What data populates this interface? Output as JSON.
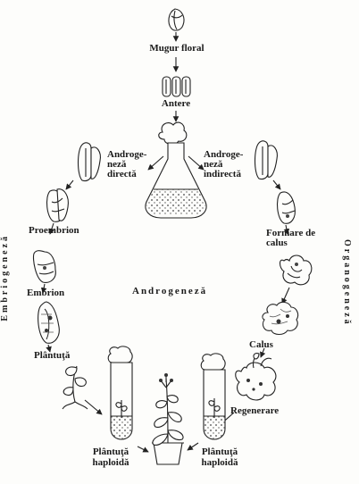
{
  "diagram": {
    "center_title": "Androgeneză",
    "side_left": "Embriogeneză",
    "side_right": "Organogeneză",
    "labels": {
      "mugur": "Mugur floral",
      "antere": "Antere",
      "andro_directa": "Androge-\nneză\ndirectă",
      "andro_indirecta": "Androge-\nneză\nindirectă",
      "proembrion": "Proembrion",
      "embrion": "Embrion",
      "plantuta": "Plântuţă",
      "formare_calus": "Formare de\ncalus",
      "calus": "Calus",
      "regenerare": "Regenerare",
      "haploida_left": "Plântuţă\nhaploidă",
      "haploida_right": "Plântuţă\nhaploidă"
    }
  }
}
